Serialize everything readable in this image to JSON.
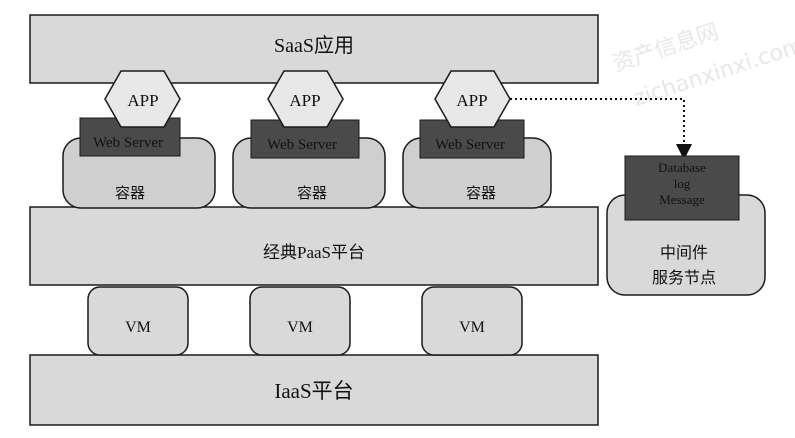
{
  "layers": {
    "saas": "SaaS应用",
    "paas": "经典PaaS平台",
    "iaas": "IaaS平台"
  },
  "stacks": [
    {
      "app": "APP",
      "web_server": "Web Server",
      "container": "容器",
      "vm": "VM"
    },
    {
      "app": "APP",
      "web_server": "Web Server",
      "container": "容器",
      "vm": "VM"
    },
    {
      "app": "APP",
      "web_server": "Web Server",
      "container": "容器",
      "vm": "VM"
    }
  ],
  "middleware": {
    "db_lines": [
      "Database",
      "log",
      "Message"
    ],
    "node_lines": [
      "中间件",
      "服务节点"
    ]
  },
  "watermark": {
    "cn": "资产信息网",
    "en": "zichanxinxi.com"
  },
  "colors": {
    "layer_fill": "#d9d9d9",
    "container_fill": "#cfcfcf",
    "server_fill": "#4a4a4a",
    "hex_fill": "#e8e8e8",
    "stroke": "#1a1a1a"
  }
}
